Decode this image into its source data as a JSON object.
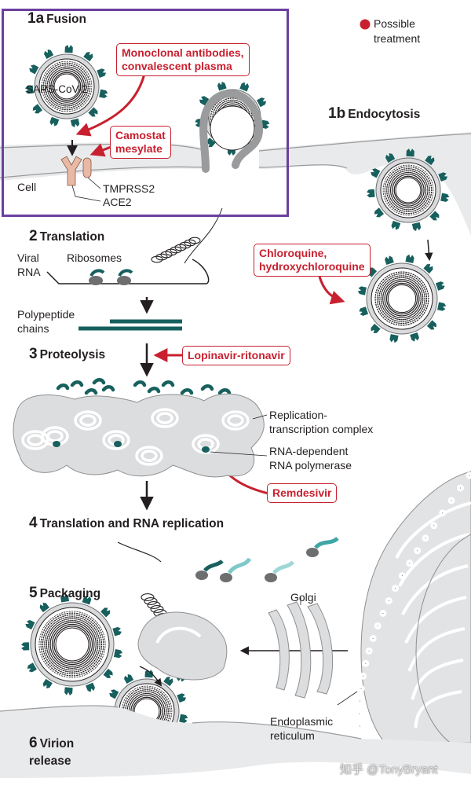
{
  "legend": {
    "marker_color": "#c8202f",
    "label_line1": "Possible",
    "label_line2": "treatment"
  },
  "steps": {
    "s1a": {
      "num": "1a",
      "title": "Fusion"
    },
    "s1b": {
      "num": "1b",
      "title": "Endocytosis"
    },
    "s2": {
      "num": "2",
      "title": "Translation"
    },
    "s3": {
      "num": "3",
      "title": "Proteolysis"
    },
    "s4": {
      "num": "4",
      "title": "Translation and RNA replication"
    },
    "s5": {
      "num": "5",
      "title": "Packaging"
    },
    "s6": {
      "num": "6",
      "title_line1": "Virion",
      "title_line2": "release"
    }
  },
  "labels": {
    "virus": "SARS-CoV-2",
    "cell": "Cell",
    "tmprss2": "TMPRSS2",
    "ace2": "ACE2",
    "viral_rna_1": "Viral",
    "viral_rna_2": "RNA",
    "ribosomes": "Ribosomes",
    "polypeptide_1": "Polypeptide",
    "polypeptide_2": "chains",
    "rtc_1": "Replication-",
    "rtc_2": "transcription complex",
    "rdrp_1": "RNA-dependent",
    "rdrp_2": "RNA polymerase",
    "golgi": "Golgi",
    "er_1": "Endoplasmic",
    "er_2": "reticulum"
  },
  "drugs": {
    "mab_1": "Monoclonal antibodies,",
    "mab_2": "convalescent plasma",
    "camostat_1": "Camostat",
    "camostat_2": "mesylate",
    "chloro_1": "Chloroquine,",
    "chloro_2": "hydroxychloroquine",
    "lopinavir": "Lopinavir-ritonavir",
    "remdesivir": "Remdesivir"
  },
  "colors": {
    "drug_red": "#c8202f",
    "spike_teal": "#17605e",
    "membrane_gray": "#cfd0d2",
    "highlight_purple": "#6b3fa0"
  },
  "watermark": "知乎 @TonyBryant"
}
